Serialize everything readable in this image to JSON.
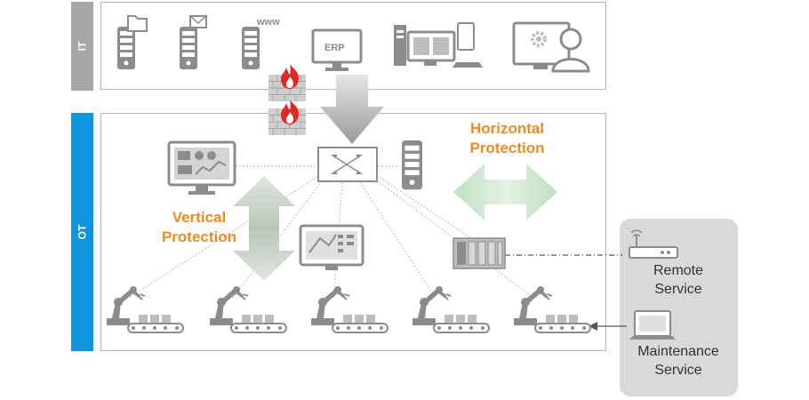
{
  "zones": {
    "it_label": "IT",
    "ot_label": "OT"
  },
  "labels": {
    "horizontal": [
      "Horizontal",
      "Protection"
    ],
    "vertical": [
      "Vertical",
      "Protection"
    ],
    "remote": [
      "Remote",
      "Service"
    ],
    "maintenance": [
      "Maintenance",
      "Service"
    ]
  },
  "icon_text": {
    "www": "www",
    "erp": "ERP"
  },
  "colors": {
    "it_band": "#a6a6a6",
    "ot_band": "#0f95dd",
    "accent_orange": "#f08a24",
    "icon_gray": "#8c8c8c",
    "firewall_flame": "#e32626",
    "arrow_green": "#c9d4c9",
    "service_box": "#d9d9d9"
  },
  "icons": [
    "server-folder-icon",
    "server-mail-icon",
    "server-www-icon",
    "erp-monitor-icon",
    "workstation-icon",
    "operator-icon",
    "firewall-icon",
    "switch-icon",
    "scada-monitor-icon",
    "server-icon",
    "hmi-panel-icon",
    "plc-icon",
    "robot-arm-icon",
    "router-icon",
    "laptop-icon"
  ]
}
